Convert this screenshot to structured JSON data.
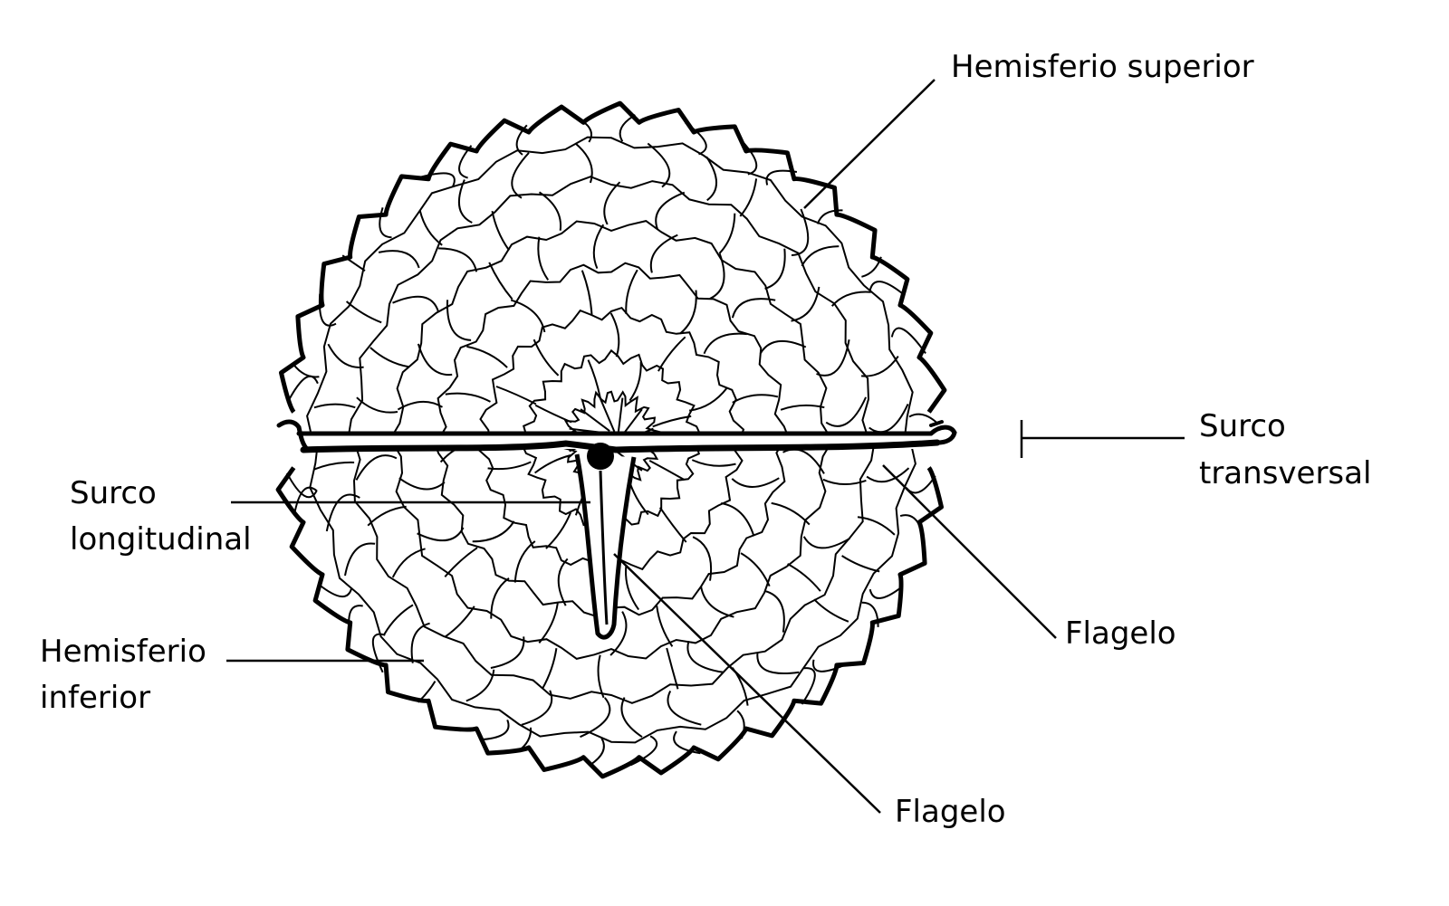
{
  "labels": {
    "hemisferio_superior": "Hemisferio superior",
    "surco_transversal_line1": "Surco",
    "surco_transversal_line2": "transversal",
    "surco_longitudinal_line1": "Surco",
    "surco_longitudinal_line2": "longitudinal",
    "hemisferio_inferior_line1": "Hemisferio",
    "hemisferio_inferior_line2": "inferior",
    "flagelo_transversal": "Flagelo",
    "flagelo_longitudinal": "Flagelo"
  },
  "colors": {
    "ink": "#000000",
    "background": "#ffffff"
  }
}
